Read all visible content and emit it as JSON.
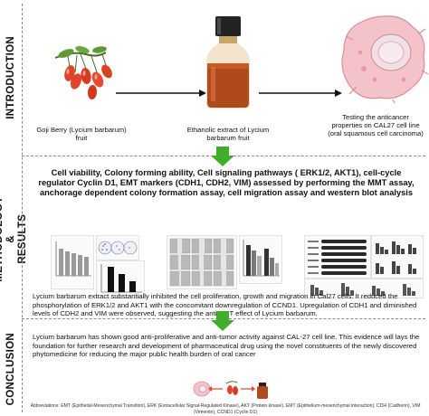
{
  "sections": {
    "introduction": "INTRODUCTION",
    "methodology": "METHODOLOGY\n&\nRESULTS",
    "conclusion": "CONCLUSION"
  },
  "intro": {
    "goji_caption": "Goji Berry (Lycium barbarum) fruit",
    "extract_caption": "Ethanolic extract of  Lycium barbarum  fruit",
    "testing_caption": "Testing the anticancer properties on CAL27  cell line (oral squamous cell carcinoma)"
  },
  "methods_text": "Cell viability,  Colony forming ability,  Cell signaling pathways ( ERK1/2,  AKT1),  cell-cycle regulator Cyclin D1,  EMT markers (CDH1, CDH2, VIM) assessed by performing the MMT assay, anchorage dependent colony formation assay, cell migration assay and western blot analysis",
  "results_text": "Lycium barbarum extract substantially inhibited the cell proliferation, growth and migration in Cal27 cells. It reduced the phosphorylation of ERK1/2 and AKT1 with the concomitant downregulation of CCND1. Upregulation of CDH1 and diminished levels of CDH2 and VIM were observed, suggesting the anti-EMT effect of Lycium barbarum.",
  "conclusion_text": "Lycium barbarum has shown good anti-proliferative and anti-tumor activity against CAL-27 cell line. This evidence will lays the foundation for further research and development of pharmaceutical drug using the novel constituents of the newly discovered phytomedicine for reducing the major public health burden of oral cancer",
  "abbreviations": "Abbreviations: EMT (Epithelial-Mesenchymal Transition), ERK (Extracellular Signal-Regulated Kinase), AKT (Protein kinase), EMT (Epithelium-mesenchymal interaction), CDH (Cadherin), VIM (Vimentin), CCND1 (Cyclin D1)",
  "colors": {
    "arrow_green": "#3fae2a",
    "berry": "#e0452c",
    "extract": "#b04a1d",
    "cell": "#f0b7c0"
  }
}
